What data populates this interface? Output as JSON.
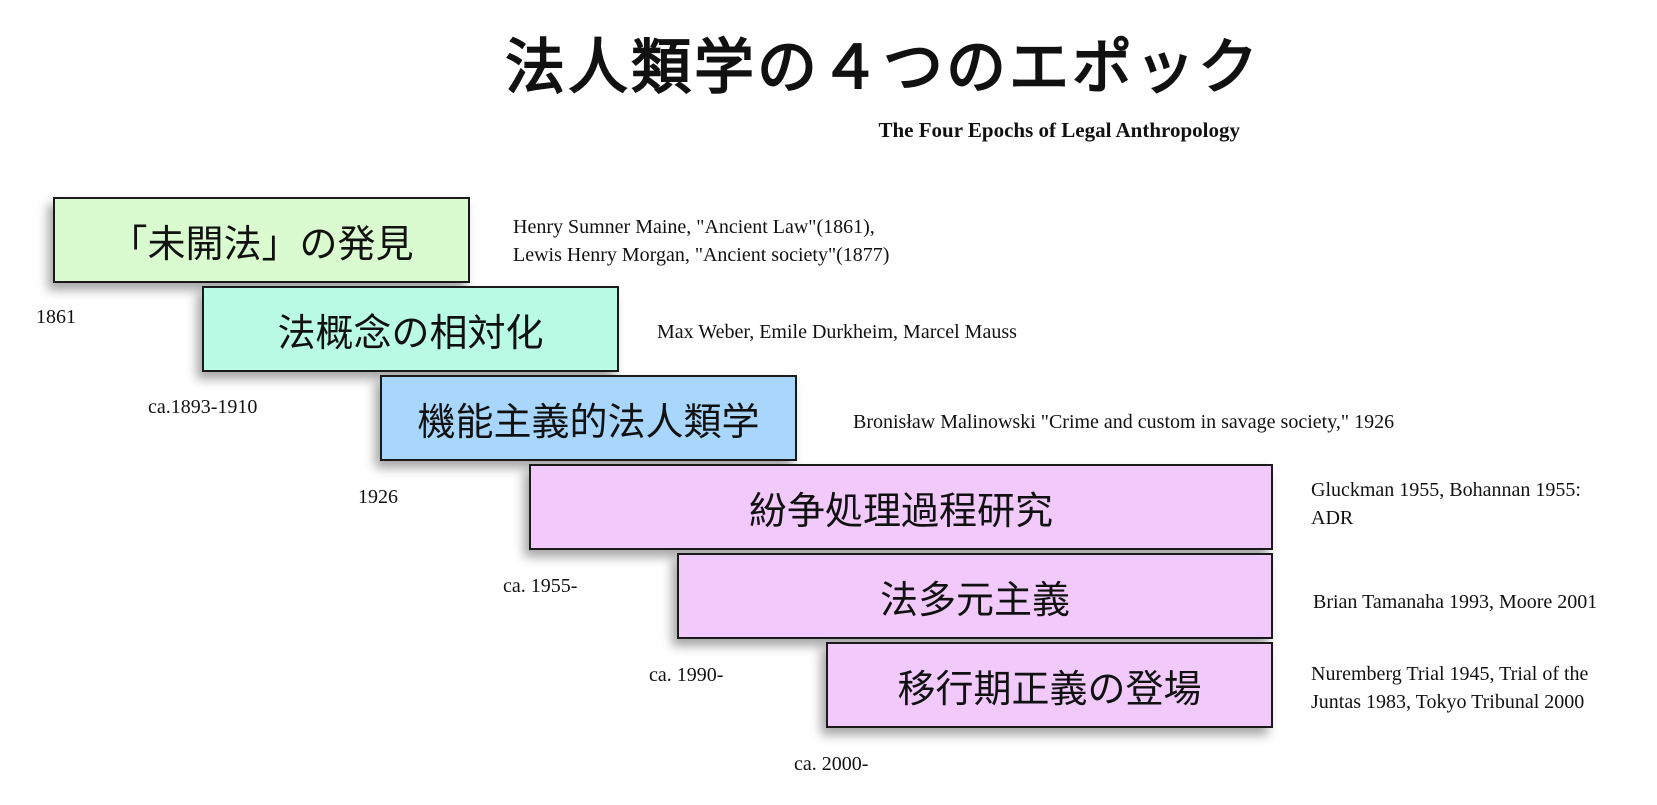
{
  "title": "法人類学の４つのエポック",
  "subtitle": "The Four Epochs of Legal Anthropology",
  "epochs": [
    {
      "label": "「未開法」の発見",
      "year": "1861",
      "desc": [
        "Henry Sumner Maine, \"Ancient Law\"(1861),",
        "Lewis Henry Morgan, \"Ancient society\"(1877)"
      ],
      "color": "#dafbd0"
    },
    {
      "label": "法概念の相対化",
      "year": "ca.1893-1910",
      "desc": [
        "Max Weber, Emile Durkheim, Marcel Mauss"
      ],
      "color": "#bafbe6"
    },
    {
      "label": "機能主義的法人類学",
      "year": "1926",
      "desc": [
        "Bronisław Malinowski \"Crime and custom in savage society,\" 1926"
      ],
      "color": "#a8d6fc"
    },
    {
      "label": "紛争処理過程研究",
      "year": "ca. 1955-",
      "desc": [
        "Gluckman 1955, Bohannan 1955:",
        "ADR"
      ],
      "color": "#f1cafb"
    },
    {
      "label": "法多元主義",
      "year": "ca. 1990-",
      "desc": [
        "Brian Tamanaha 1993, Moore 2001"
      ],
      "color": "#f1cafb"
    },
    {
      "label": "移行期正義の登場",
      "year": "ca. 2000-",
      "desc": [
        "Nuremberg Trial 1945, Trial of the",
        "Juntas 1983, Tokyo Tribunal 2000"
      ],
      "color": "#f1cafb"
    }
  ]
}
